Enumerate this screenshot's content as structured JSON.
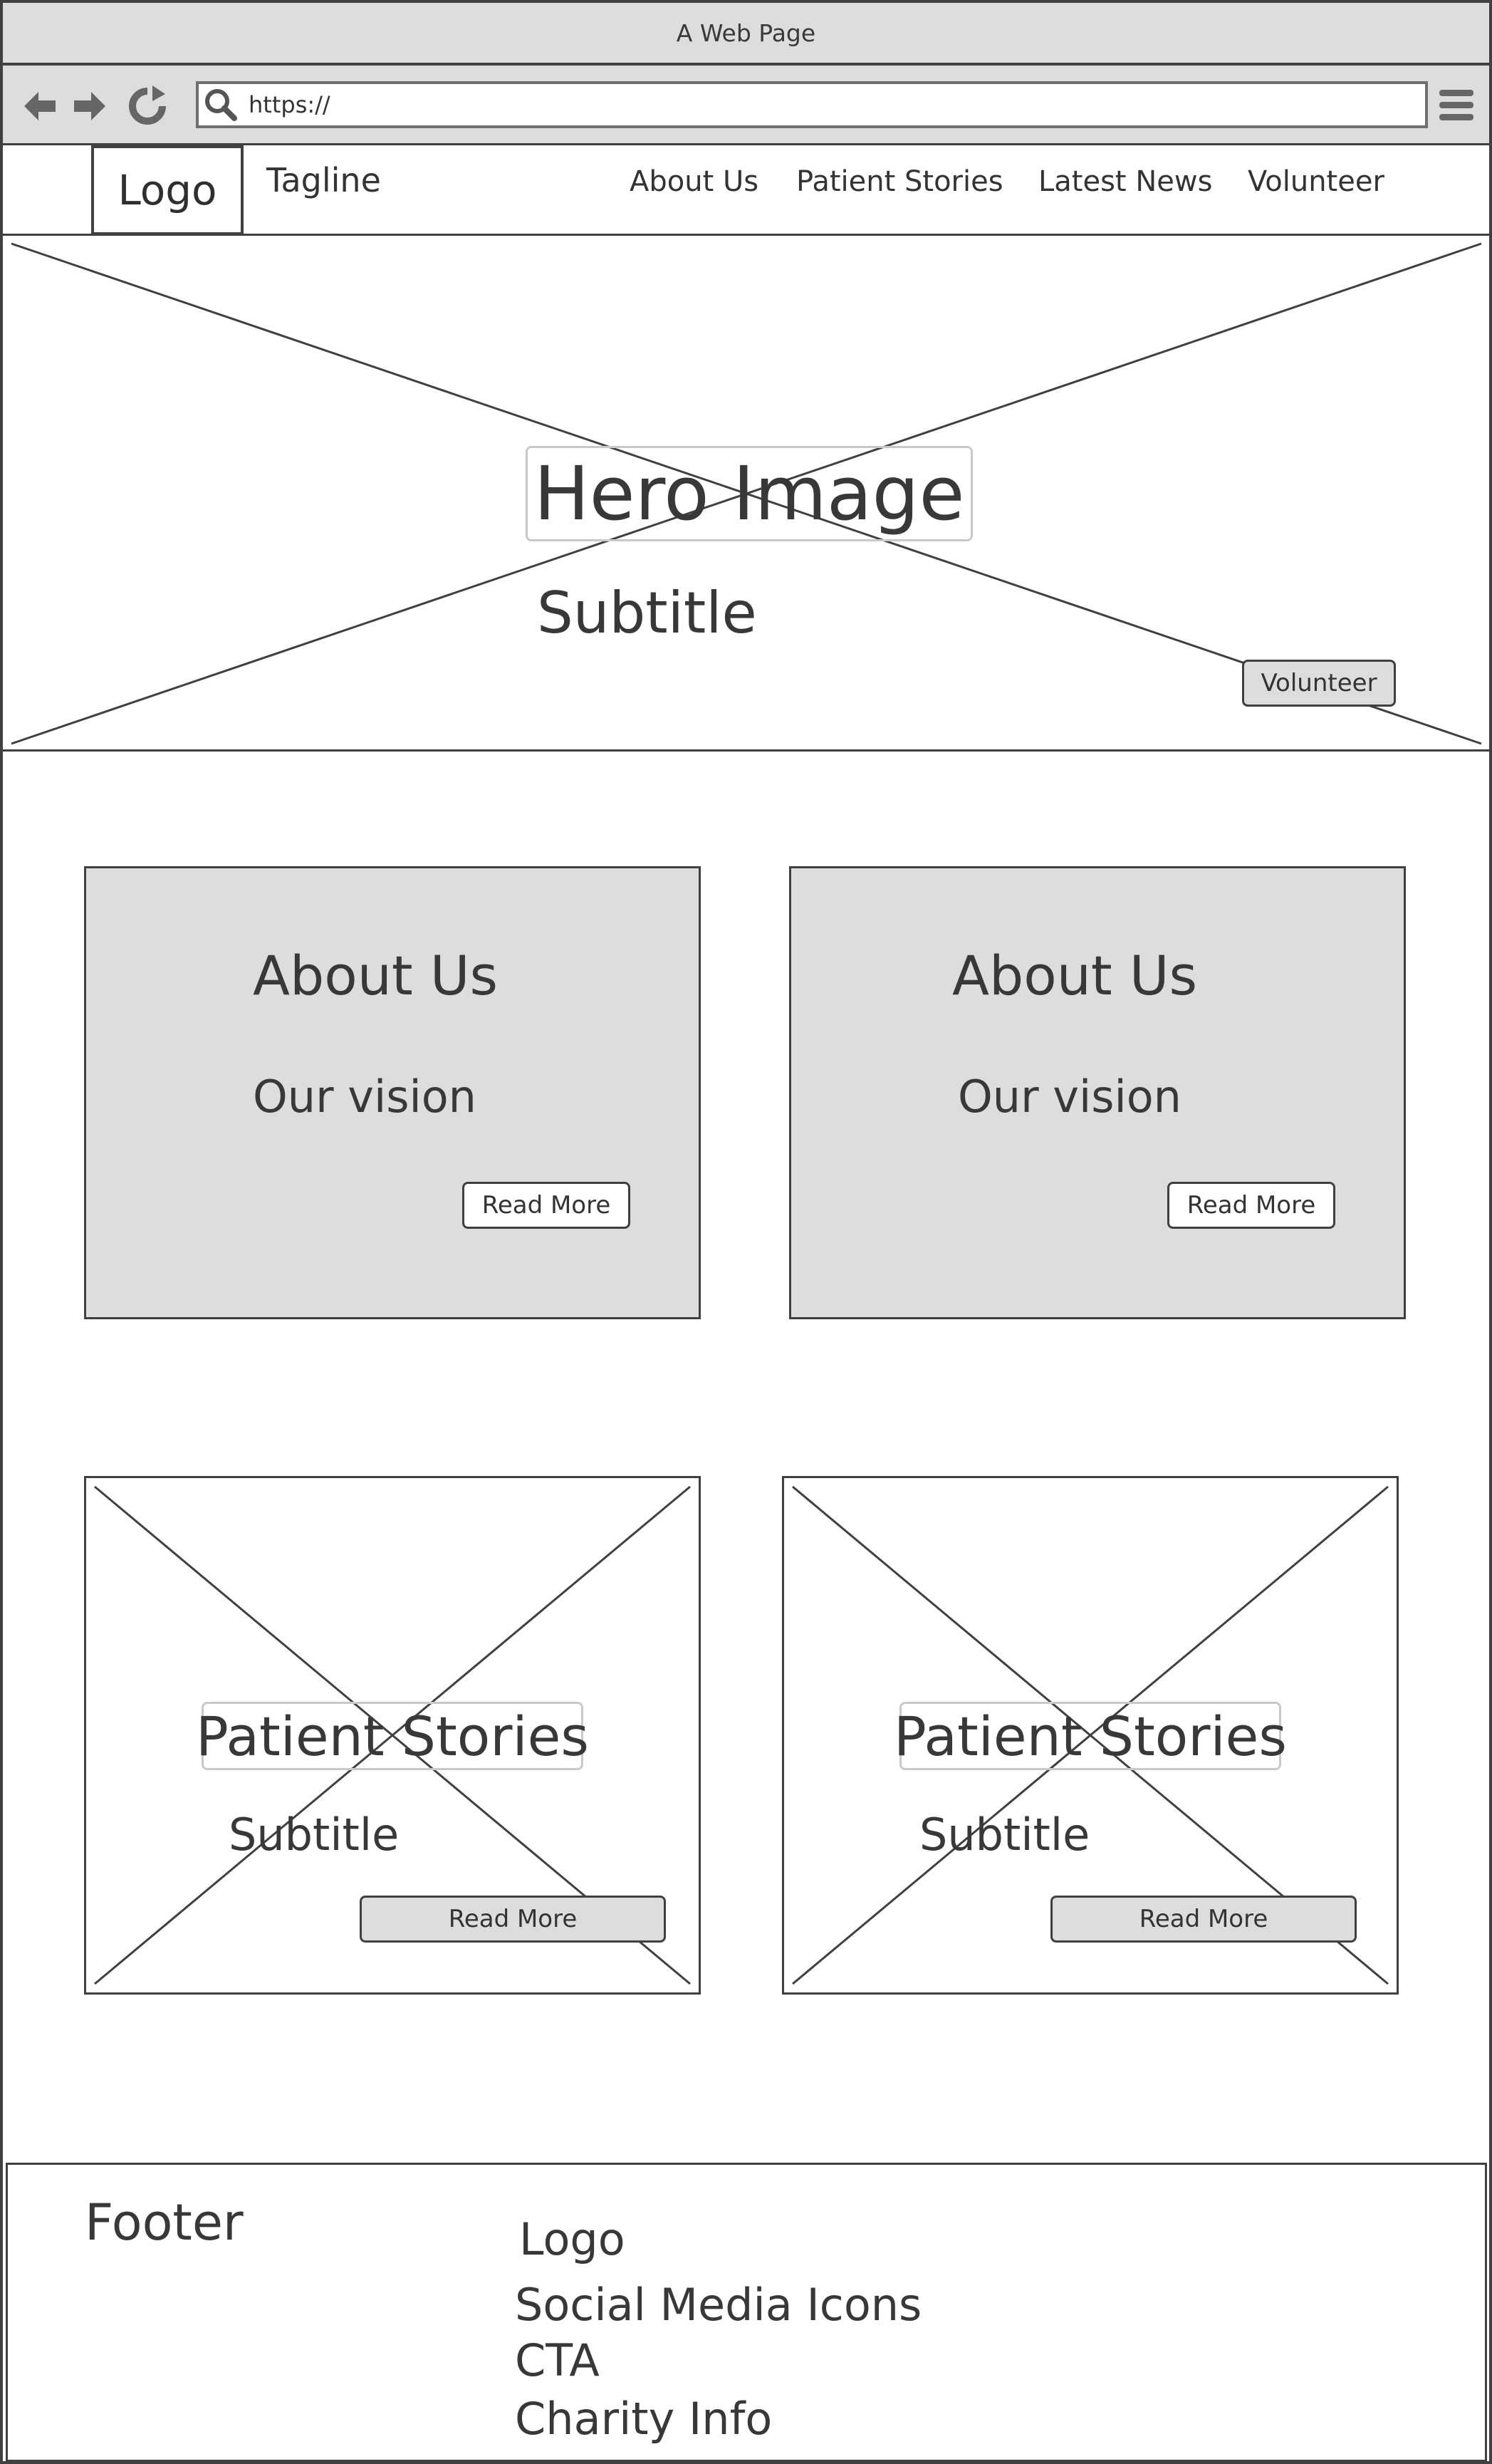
{
  "window": {
    "title": "A Web Page"
  },
  "browser": {
    "url_placeholder": "https://",
    "icons": [
      "arrow-left-icon",
      "arrow-right-icon",
      "refresh-icon",
      "search-icon",
      "hamburger-menu-icon"
    ]
  },
  "header": {
    "logo": "Logo",
    "tagline": "Tagline",
    "nav": [
      "About Us",
      "Patient Stories",
      "Latest News",
      "Volunteer"
    ]
  },
  "hero": {
    "title": "Hero Image",
    "subtitle": "Subtitle",
    "button": "Volunteer"
  },
  "about_cards": [
    {
      "title": "About Us",
      "subtitle": "Our vision",
      "button": "Read More"
    },
    {
      "title": "About Us",
      "subtitle": "Our vision",
      "button": "Read More"
    }
  ],
  "story_cards": [
    {
      "title": "Patient Stories",
      "subtitle": "Subtitle",
      "button": "Read More"
    },
    {
      "title": "Patient Stories",
      "subtitle": "Subtitle",
      "button": "Read More"
    }
  ],
  "footer": {
    "title": "Footer",
    "items": [
      "Logo",
      "Social Media Icons",
      "CTA",
      "Charity Info"
    ]
  },
  "colors": {
    "border": "#404040",
    "fill_gray": "#dddddd",
    "placeholder_line": "#c9c9c9",
    "text": "#383838"
  }
}
